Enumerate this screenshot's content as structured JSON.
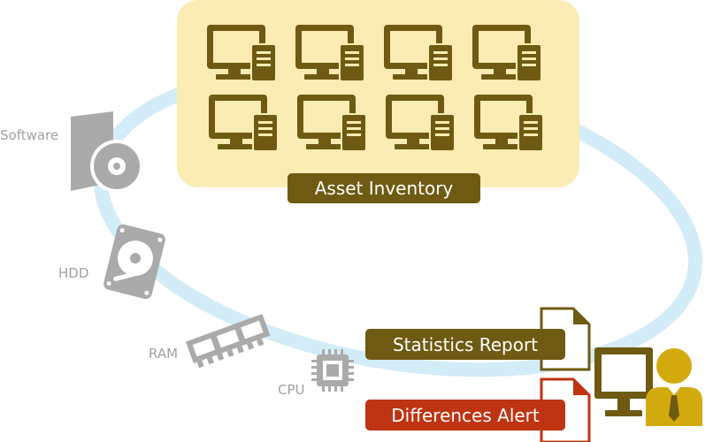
{
  "labels": {
    "software": "Software",
    "hdd": "HDD",
    "ram": "RAM",
    "cpu": "CPU"
  },
  "inventory": {
    "title": "Asset Inventory",
    "computer_count": 8,
    "icon": "desktop-tower-icon"
  },
  "reports": {
    "statistics": "Statistics Report",
    "alert": "Differences Alert"
  },
  "colors": {
    "orbit": "#d2ecf8",
    "panel": "#fbecb3",
    "brown": "#6e5a12",
    "alert_red": "#bf3412",
    "gray": "#aaaaaa",
    "label_gray": "#a0a0a0",
    "user_gold": "#d3aa0d"
  }
}
